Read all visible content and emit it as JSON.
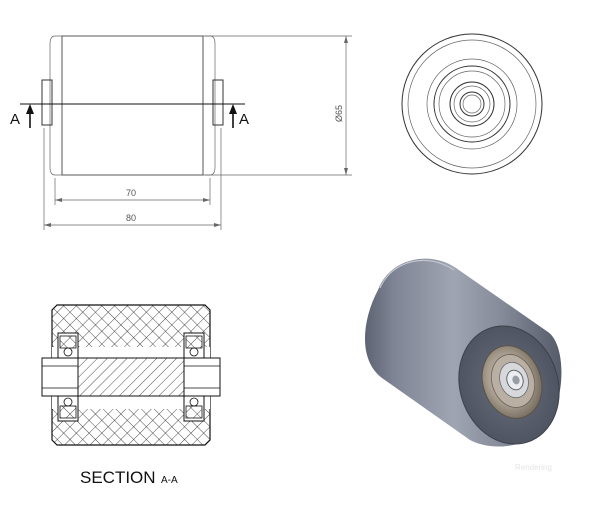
{
  "front_view": {
    "section_marker_left": "A",
    "section_marker_right": "A",
    "dim_length_inner": "70",
    "dim_length_outer": "80",
    "dim_diameter": "Ø65"
  },
  "section_view": {
    "label_main": "SECTION",
    "label_sub": "A-A"
  },
  "watermark": "Rendering"
}
